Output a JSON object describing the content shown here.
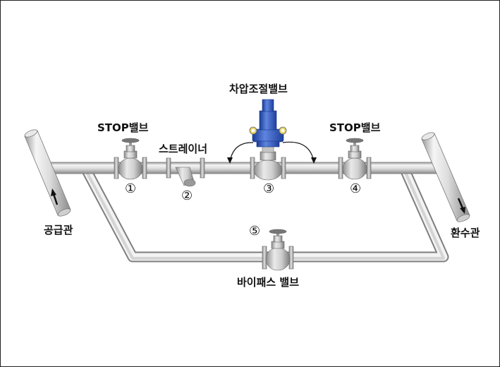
{
  "diagram": {
    "labels": {
      "pressure_valve": "차압조절밸브",
      "stop_valve_left": "STOP밸브",
      "stop_valve_right": "STOP밸브",
      "strainer": "스트레이너",
      "supply_pipe": "공급관",
      "return_pipe": "환수관",
      "bypass_valve": "바이패스 밸브"
    },
    "numbers": {
      "n1": "①",
      "n2": "②",
      "n3": "③",
      "n4": "④",
      "n5": "⑤"
    },
    "colors": {
      "pipe_light": "#f4f4f4",
      "pipe_dark": "#8e8e8e",
      "valve_body": "#c9c9c9",
      "actuator_blue": "#2a52b8",
      "actuator_blue_light": "#5f85e0",
      "gauge_yellow": "#e6d25a"
    }
  }
}
